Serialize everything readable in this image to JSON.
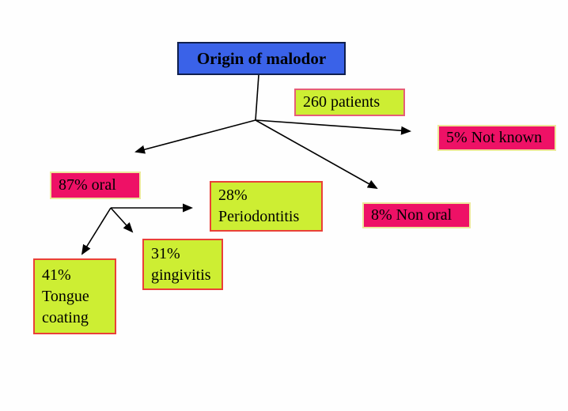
{
  "diagram": {
    "title": "Origin of malodor",
    "nodes": {
      "origin": {
        "label": "Origin of malodor"
      },
      "patients": {
        "label": "260 patients"
      },
      "not_known": {
        "label": "5% Not known"
      },
      "oral": {
        "label": "87% oral"
      },
      "periodontitis": {
        "label": "28%\nPeriodontitis"
      },
      "non_oral": {
        "label": "8% Non oral"
      },
      "gingivitis": {
        "label": "31%\ngingivitis"
      },
      "tongue_coating": {
        "label": "41%\nTongue\ncoating"
      }
    },
    "edges": [
      {
        "from": "origin",
        "to": "oral"
      },
      {
        "from": "origin",
        "to": "not_known"
      },
      {
        "from": "origin",
        "to": "non_oral"
      },
      {
        "from": "oral",
        "to": "periodontitis"
      },
      {
        "from": "oral",
        "to": "gingivitis"
      },
      {
        "from": "oral",
        "to": "tongue_coating"
      }
    ]
  },
  "colors": {
    "node_blue": "#3a62e8",
    "node_green": "#cdee33",
    "node_pink": "#ee1166",
    "border_navy": "#0f1f4d",
    "border_red": "#ea4038",
    "border_rose": "#e65d78",
    "border_cream": "#ede79b",
    "arrow_black": "#000000"
  }
}
